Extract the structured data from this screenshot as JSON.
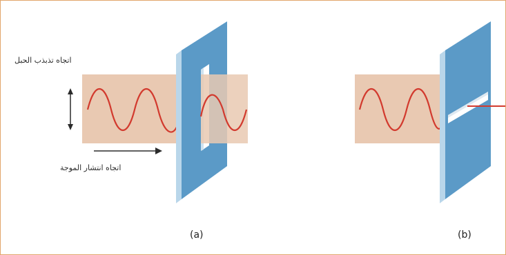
{
  "panels": {
    "a": {
      "caption": "(a)",
      "label_vibration": "اتجاه تذبذب الحبل",
      "label_propagation": "اتجاه انتشار الموجة"
    },
    "b": {
      "caption": "(b)"
    }
  },
  "colors": {
    "frame_border": "#e2a66b",
    "wave": "#d23a2e",
    "band": "#e9c9b2",
    "panel_front": "#5b9ac7",
    "panel_side": "#b9d6ea",
    "arrow": "#2b2b2b"
  }
}
